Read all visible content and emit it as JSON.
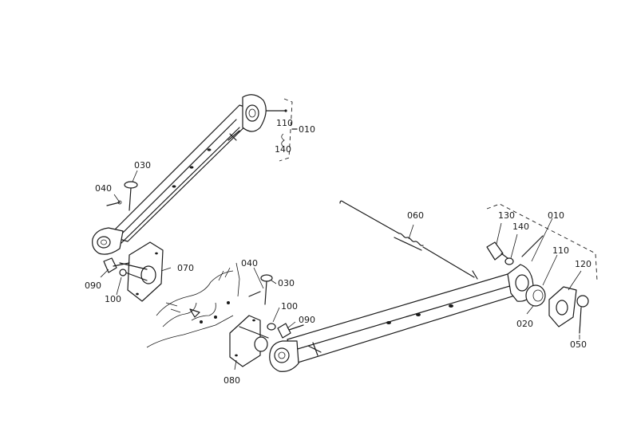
{
  "diagram": {
    "callouts": {
      "upper_110": "110",
      "upper_140": "140",
      "upper_010": "010",
      "upper_030": "030",
      "upper_040": "040",
      "upper_090": "090",
      "upper_100": "100",
      "upper_070": "070",
      "spring_060": "060",
      "right_130": "130",
      "right_140": "140",
      "right_010": "010",
      "right_110": "110",
      "right_120": "120",
      "right_020": "020",
      "right_050": "050",
      "lower_040": "040",
      "lower_030": "030",
      "lower_100": "100",
      "lower_090": "090",
      "lower_080": "080"
    }
  }
}
